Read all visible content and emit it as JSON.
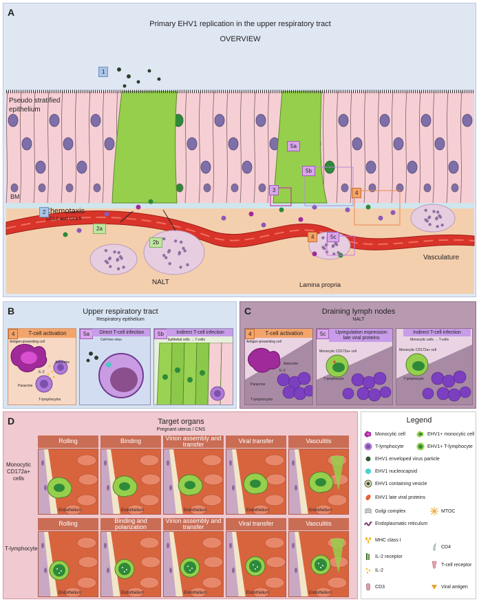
{
  "panelA": {
    "letter": "A",
    "title": "Primary EHV1 replication in the upper respiratory tract",
    "subtitle": "OVERVIEW",
    "labels": {
      "epithelium": "Pseudo stratified\nepithelium",
      "bm": "BM",
      "chemotaxis": "Chemotaxis",
      "chemokines": "CCL2 and CCL5",
      "vasculature": "Vasculature",
      "nalt": "NALT",
      "lamina": "Lamina propria"
    },
    "badges": {
      "b1": "1",
      "b2": "2",
      "b2a": "2a",
      "b2b": "2b",
      "b3": "3",
      "b4a": "4",
      "b4b": "4",
      "b5a": "5a",
      "b5b": "5b",
      "b5c": "5c"
    }
  },
  "panelB": {
    "letter": "B",
    "title": "Upper respiratory tract",
    "subtitle": "Respiratory epithelium",
    "boxes": [
      {
        "num": "4",
        "title": "T-cell activation",
        "sub": ""
      },
      {
        "num": "5a",
        "title": "Direct T-cell infection",
        "sub": "Cell-free virus"
      },
      {
        "num": "5b",
        "title": "Indirect T-cell infection",
        "sub": "Epithelial cells → T-cells"
      }
    ],
    "inner": {
      "apc": "Antigen-presenting cell",
      "autocrine": "Autocrine",
      "il2": "IL-2",
      "paracrine": "Paracrine",
      "tlym": "T-lymphocytes"
    }
  },
  "panelC": {
    "letter": "C",
    "title": "Draining lymph nodes",
    "subtitle": "NALT",
    "boxes": [
      {
        "num": "4",
        "title": "T-cell activation"
      },
      {
        "num": "5c",
        "title": "Upregulation expression\nlate viral proteins"
      },
      {
        "num": "",
        "title": "Indirect T-cell infection",
        "sub": "Monocytic cells → T-cells"
      }
    ],
    "inner": {
      "apc": "Antigen-presenting cell",
      "autocrine": "Autocrine",
      "il2": "IL-2",
      "paracrine": "Paracrine",
      "tlym": "T-lymphocytes",
      "mono1": "Monocytic CD172a+ cell",
      "tlym2": "T-lymphocyte",
      "mono2": "Monocytic CD172a+ cell",
      "tlym3": "T-lymphocyte"
    }
  },
  "panelD": {
    "letter": "D",
    "title": "Target organs",
    "subtitle": "Pregnant uterus / CNS",
    "row1_label": "Monocytic\nCD172a+\ncells",
    "row2_label": "T-lymphocytes",
    "row1": [
      "Rolling",
      "Binding",
      "Virion assembly and transfer",
      "Viral transfer",
      "Vasculitis"
    ],
    "row2": [
      "Rolling",
      "Binding and polarization",
      "Virion assembly and transfer",
      "Viral transfer",
      "Vasculitis"
    ],
    "endothelium": "Endothelium"
  },
  "legend": {
    "title": "Legend",
    "items": {
      "monocytic": "Monocytic cell",
      "ehv_mono": "EHV1+ monocytic cell",
      "tlym": "T-lymphocyte",
      "ehv_tlym": "EHV1+ T-lymphocyte",
      "enveloped": "EHV1 enveloped virus particle",
      "nucleocapsid": "EHV1 nucleocapsid",
      "vesicle": "EHV1 containing vesicle",
      "late": "EHV1 late viral proteins",
      "golgi": "Golgi complex",
      "mtoc": "MTOC",
      "er": "Endoplasmatic reticulum",
      "mhc": "MHC class I",
      "cd4": "CD4",
      "il2r": "IL-2 receptor",
      "il2": "IL-2",
      "tcr": "T-cell receptor",
      "cd3": "CD3",
      "viral_ag": "Viral antigen"
    }
  }
}
